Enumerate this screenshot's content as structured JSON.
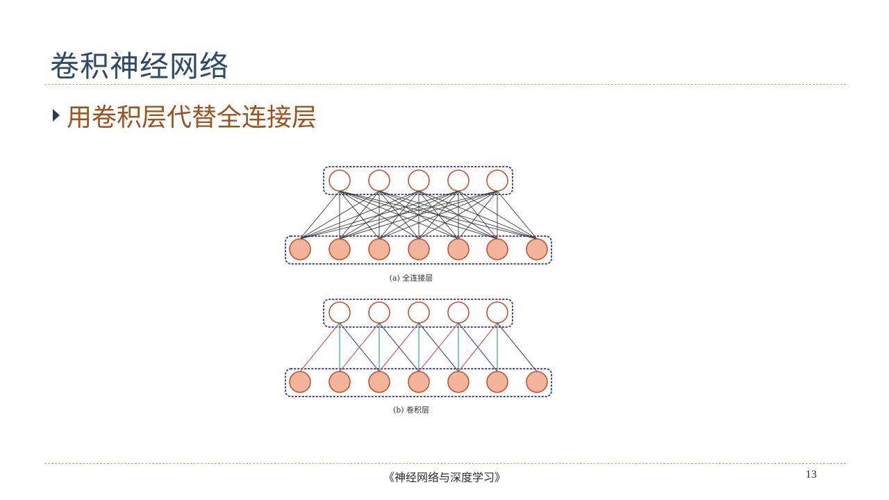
{
  "slide": {
    "title": "卷积神经网络",
    "bullet": "用卷积层代替全连接层"
  },
  "diagram": {
    "fc": {
      "caption": "(a) 全连接层",
      "upper_nodes": 5,
      "lower_nodes": 7,
      "connectivity": "full"
    },
    "conv": {
      "caption": "(b) 卷积层",
      "upper_nodes": 5,
      "lower_nodes": 7,
      "kernel_size": 3,
      "connectivity": "local"
    },
    "colors": {
      "node_stroke": "#c8502a",
      "filled_node": "#f2b49a",
      "group_border": "#3a46a0",
      "fc_edge": "#333333",
      "conv_edge_left": "#e0484b",
      "conv_edge_center": "#27a070",
      "conv_edge_right": "#3644a0"
    }
  },
  "footer": {
    "book_title": "《神经网络与深度学习》",
    "page_number": "13"
  }
}
